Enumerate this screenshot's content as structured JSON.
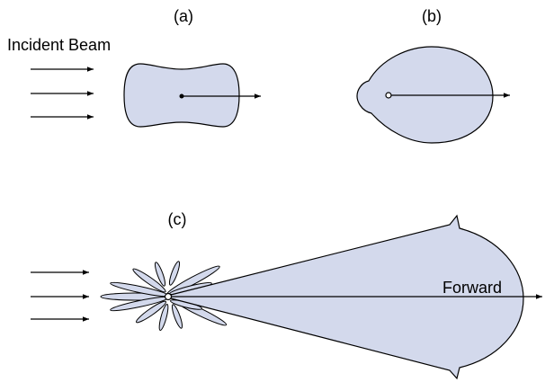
{
  "labels": {
    "panel_a": "(a)",
    "panel_b": "(b)",
    "panel_c": "(c)",
    "incident_beam": "Incident Beam",
    "forward": "Forward"
  },
  "colors": {
    "lobe_fill": "#d3d9ec",
    "stroke": "#000000",
    "background": "#ffffff"
  }
}
